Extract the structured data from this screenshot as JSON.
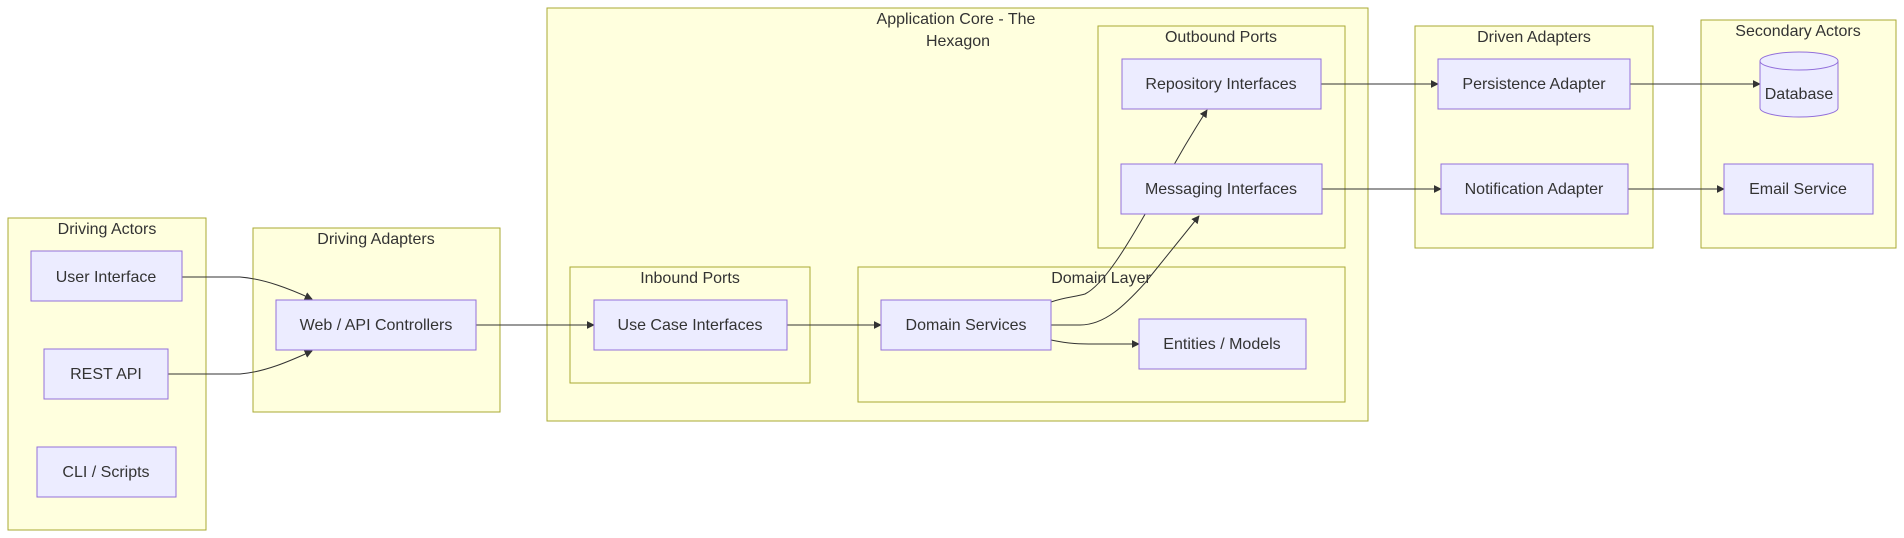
{
  "clusters": {
    "driving_actors": "Driving Actors",
    "driving_adapters": "Driving Adapters",
    "app_core_line1": "Application Core - The",
    "app_core_line2": "Hexagon",
    "inbound_ports": "Inbound Ports",
    "domain_layer": "Domain Layer",
    "outbound_ports": "Outbound Ports",
    "driven_adapters": "Driven Adapters",
    "secondary_actors": "Secondary Actors"
  },
  "nodes": {
    "user_interface": "User Interface",
    "rest_api": "REST API",
    "cli_scripts": "CLI / Scripts",
    "web_api_controllers": "Web / API Controllers",
    "use_case_interfaces": "Use Case Interfaces",
    "domain_services": "Domain Services",
    "entities_models": "Entities / Models",
    "repository_interfaces": "Repository Interfaces",
    "messaging_interfaces": "Messaging Interfaces",
    "persistence_adapter": "Persistence Adapter",
    "notification_adapter": "Notification Adapter",
    "database": "Database",
    "email_service": "Email Service"
  },
  "colors": {
    "cluster_fill": "#ffffde",
    "cluster_stroke": "#aaaa33",
    "node_fill": "#ececff",
    "node_stroke": "#9370db",
    "edge": "#333333",
    "text": "#333333"
  }
}
